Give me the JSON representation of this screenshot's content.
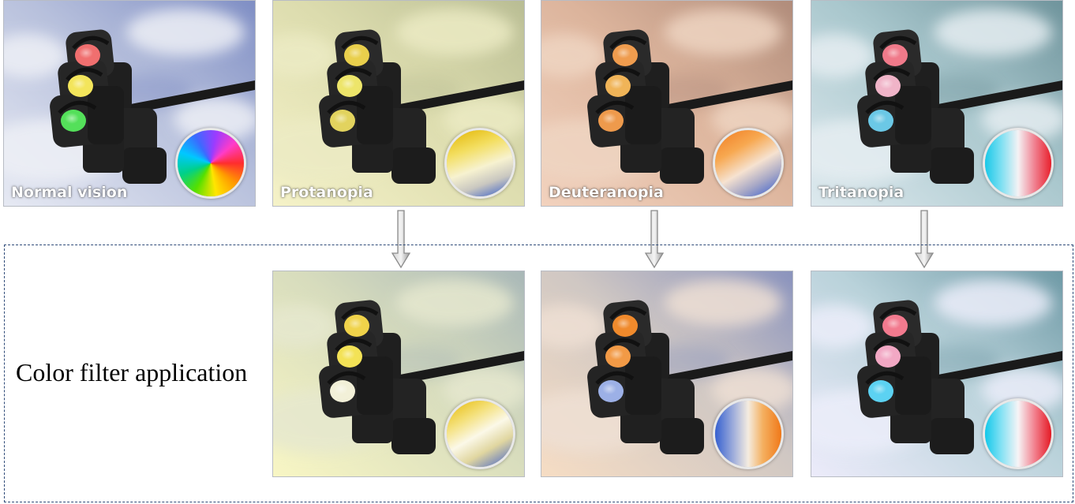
{
  "top_row": [
    {
      "id": "normal",
      "label": "Normal vision",
      "sky": [
        "#7f8ec4",
        "#b7c0dc",
        "#e6e9f3"
      ],
      "cloud": "#eef0f6",
      "lights": [
        "#f06f6f",
        "#f3e55b",
        "#54e05a"
      ],
      "wheel": "conic-gradient(from 90deg, #ff2d2d, #ff9a00, #ffe600, #55e000, #00d08a, #00c8ff, #3a6bff, #9a3cff, #ff3cc8, #ff2d2d)"
    },
    {
      "id": "protanopia",
      "label": "Protanopia",
      "sky": [
        "#b9bd94",
        "#dcdcae",
        "#f5f2c8"
      ],
      "cloud": "#ecebc4",
      "lights": [
        "#e9cf4c",
        "#ede56a",
        "#e2d35e"
      ],
      "wheel": "linear-gradient(160deg, #e2b400 0%, #f3de60 30%, #f7f2d0 55%, #c9c7c0 75%, #2e57c8 100%)"
    },
    {
      "id": "deuteranopia",
      "label": "Deuteranopia",
      "sky": [
        "#b08c7b",
        "#dcb49c",
        "#f2d2be"
      ],
      "cloud": "#efd5c2",
      "lights": [
        "#ef9c4e",
        "#f0b458",
        "#ee9a4c"
      ],
      "wheel": "linear-gradient(150deg, #f07a20 0%, #f7a850 30%, #f6e2d0 55%, #a6a7c6 75%, #2e58d0 100%)"
    },
    {
      "id": "tritanopia",
      "label": "Tritanopia",
      "sky": [
        "#6f949c",
        "#a9c7cd",
        "#dde9ee"
      ],
      "cloud": "#e6eef2",
      "lights": [
        "#f07a8a",
        "#f0b4c8",
        "#6bc8e6"
      ],
      "wheel": "linear-gradient(90deg, #19c8e8 0%, #7fe0f2 25%, #f4f2f4 50%, #f08090 75%, #e8202c 100%)"
    }
  ],
  "filter_section": {
    "title": "Color filter application",
    "panels": [
      {
        "id": "protanopia-filtered",
        "sky": [
          "#a9b8b8",
          "#d7dcbd",
          "#f8f6c4"
        ],
        "cloud": "#e6e8cf",
        "lights": [
          "#f0d34a",
          "#f3e256",
          "#f2f0d8"
        ],
        "wheel": "linear-gradient(150deg, #e6b800 0%, #f4e07a 28%, #fbf8e8 50%, #e0d6a0 70%, #3a5ccc 100%)"
      },
      {
        "id": "deuteranopia-filtered",
        "sky": [
          "#8a93bd",
          "#cfc7c3",
          "#f6ddc4"
        ],
        "cloud": "#efe0d4",
        "lights": [
          "#f08a2c",
          "#f29a46",
          "#9cb0e6"
        ],
        "wheel": "linear-gradient(90deg, #3560d0 0%, #a8b4dc 30%, #f4ece0 50%, #f4b060 72%, #f07818 100%)"
      },
      {
        "id": "tritanopia-filtered",
        "sky": [
          "#6f9aa6",
          "#b9d2da",
          "#ecebfa"
        ],
        "cloud": "#eceefa",
        "lights": [
          "#f27a8e",
          "#f2a8c4",
          "#5cd2f2"
        ],
        "wheel": "linear-gradient(90deg, #12c8ea 0%, #86e2f4 25%, #f6f4f6 50%, #f2808e 75%, #e41a24 100%)"
      }
    ]
  },
  "colors": {
    "dashed_border": "#2e4a78",
    "arrow": "#8a8a8a"
  }
}
